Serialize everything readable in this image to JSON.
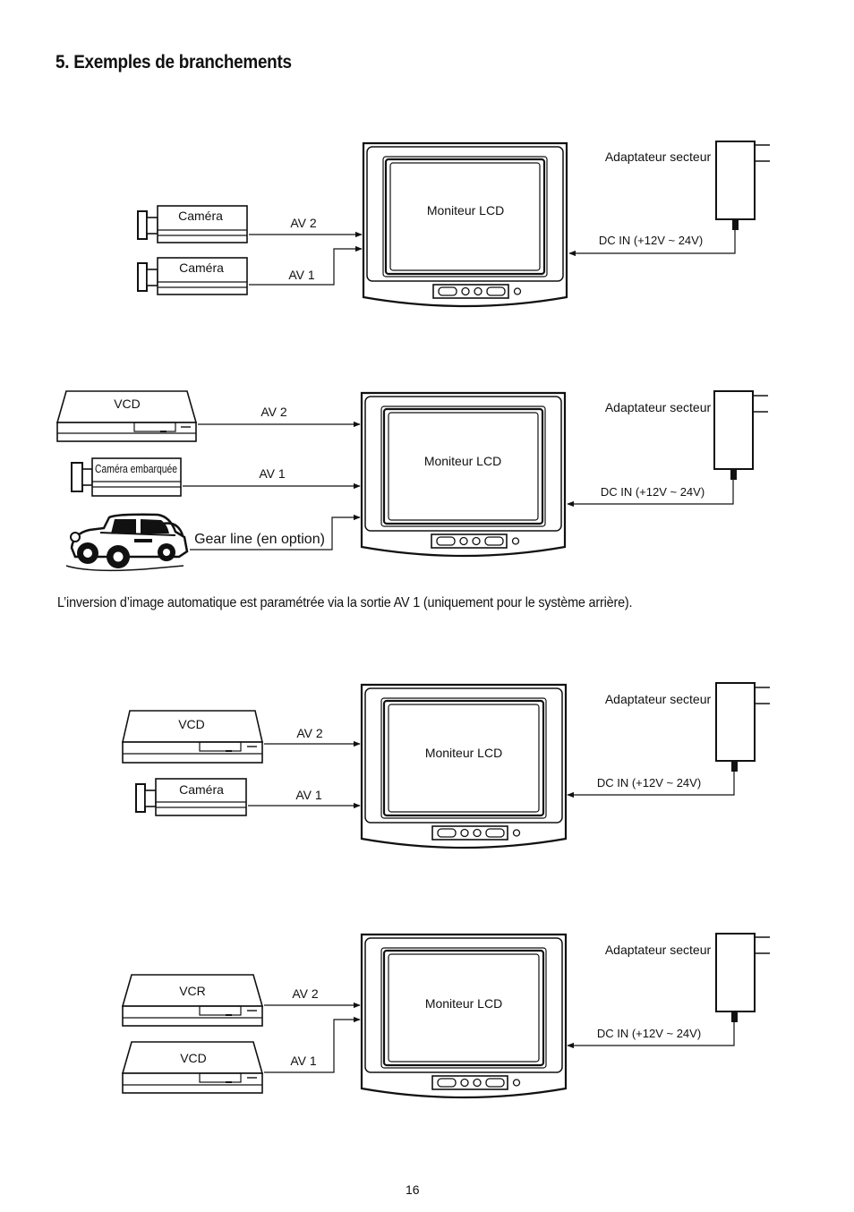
{
  "heading": "5.  Exemples de branchements",
  "note": "L’inversion d’image automatique est paramétrée via la sortie AV 1 (uniquement pour le système arrière).",
  "page_number": "16",
  "labels": {
    "monitor": "Moniteur LCD",
    "adapter": "Adaptateur secteur",
    "dc_in": "DC IN (+12V ~ 24V)",
    "av1": "AV 1",
    "av2": "AV 2"
  },
  "diagrams": [
    {
      "devices": [
        "Caméra",
        "Caméra"
      ]
    },
    {
      "devices": [
        "VCD",
        "Caméra embarquée"
      ],
      "gear_line": "Gear line (en option)"
    },
    {
      "devices": [
        "VCD",
        "Caméra"
      ]
    },
    {
      "devices": [
        "VCR",
        "VCD"
      ]
    }
  ]
}
